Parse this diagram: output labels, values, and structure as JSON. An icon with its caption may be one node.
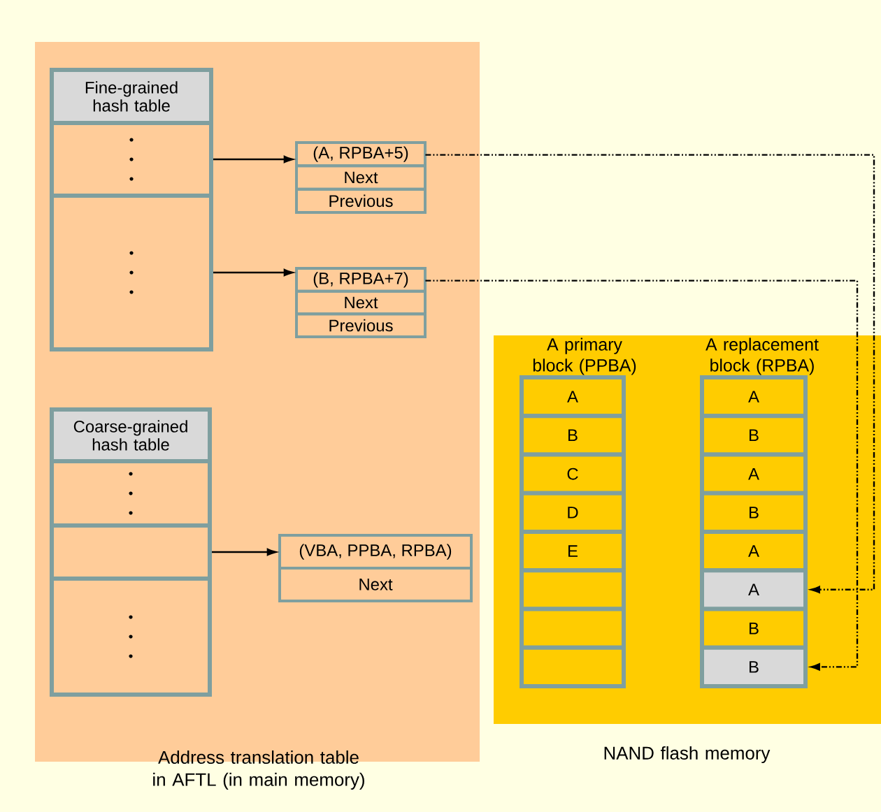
{
  "diagram": {
    "nodes": [
      {
        "text": [
          "Address translation table in AFTL (in main memory)"
        ]
      },
      {
        "text": [
          "Fine-grained hash table"
        ],
        "in": 0
      },
      {
        "text": [],
        "shape": "box",
        "in": 1
      },
      {
        "text": [],
        "shape": "box",
        "in": 1
      },
      {
        "text": [
          "(A, RPBA+5)",
          "Next",
          "Previous"
        ],
        "in": 0
      },
      {
        "text": [
          "(B, RPBA+7)",
          "Next",
          "Previous"
        ],
        "in": 0
      },
      {
        "text": [
          "Coarse-grained hash table"
        ],
        "in": 0
      },
      {
        "text": [],
        "shape": "box",
        "in": 6
      },
      {
        "text": [],
        "shape": "box",
        "in": 6
      },
      {
        "text": [],
        "shape": "box",
        "in": 6
      },
      {
        "text": [
          "(VBA, PPBA, RPBA)",
          "Next"
        ],
        "in": 0
      },
      {
        "text": [
          "NAND flash memory"
        ]
      },
      {
        "text": [
          "A primary block (PPBA)"
        ],
        "in": 11
      },
      {
        "text": [
          "A"
        ],
        "in": 12
      },
      {
        "text": [
          "B"
        ],
        "in": 12
      },
      {
        "text": [
          "C"
        ],
        "in": 12
      },
      {
        "text": [
          "D"
        ],
        "in": 12
      },
      {
        "text": [
          "E"
        ],
        "in": 12
      },
      {
        "text": [],
        "shape": "box",
        "in": 12
      },
      {
        "text": [],
        "shape": "box",
        "in": 12
      },
      {
        "text": [],
        "shape": "box",
        "in": 12
      },
      {
        "text": [
          "A replacement block (RPBA)"
        ],
        "in": 11
      },
      {
        "text": [
          "A"
        ],
        "in": 21
      },
      {
        "text": [
          "B"
        ],
        "in": 21
      },
      {
        "text": [
          "A"
        ],
        "in": 21
      },
      {
        "text": [
          "B"
        ],
        "in": 21
      },
      {
        "text": [
          "A"
        ],
        "in": 21
      },
      {
        "text": [
          "A"
        ],
        "in": 21
      },
      {
        "text": [
          "B"
        ],
        "in": 21
      },
      {
        "text": [
          "B"
        ],
        "in": 21
      }
    ],
    "edges": [
      {
        "from": 2,
        "to": 4,
        "arrow": "to"
      },
      {
        "from": 3,
        "to": 5,
        "arrow": "to"
      },
      {
        "from": 8,
        "to": 10,
        "arrow": "to"
      },
      {
        "from": 4,
        "to": 27,
        "arrow": "to",
        "style": "dashed"
      },
      {
        "from": 5,
        "to": 29,
        "arrow": "to",
        "style": "dashed"
      }
    ]
  }
}
